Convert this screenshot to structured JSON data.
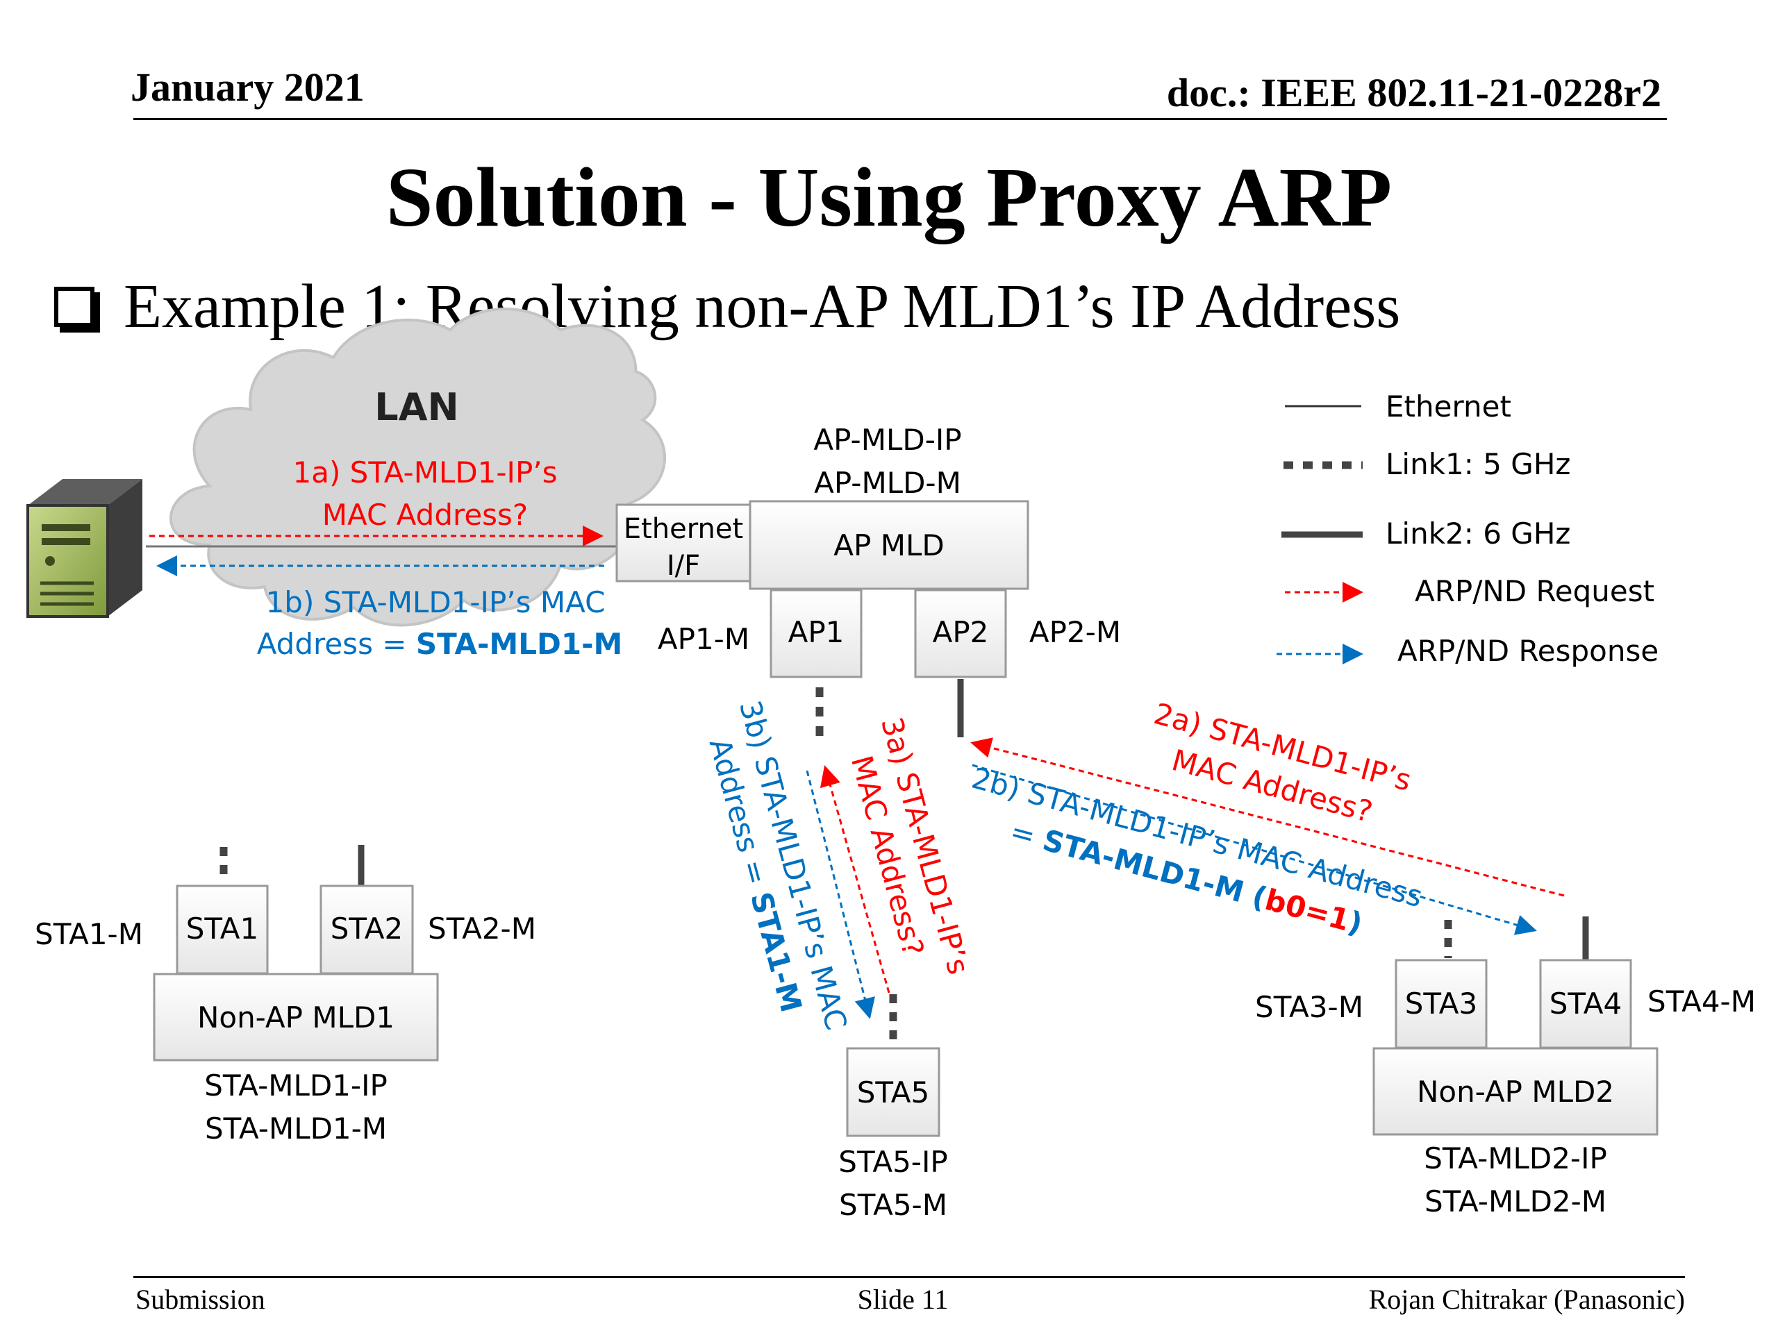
{
  "header": {
    "date": "January 2021",
    "doc": "doc.: IEEE 802.11-21-0228r2"
  },
  "title": "Solution - Using Proxy ARP",
  "bullet": "Example 1: Resolving non-AP MLD1’s IP Address",
  "colors": {
    "request": "#ff0000",
    "response": "#0070c0",
    "box_fill": "#eeeeee",
    "cloud_fill": "#d6d6d6"
  },
  "diagram": {
    "lan": "LAN",
    "server_icon": "server-icon",
    "msg_1a": [
      "1a) STA-MLD1-IP’s",
      "MAC Address?"
    ],
    "msg_1b": {
      "line1": "1b) STA-MLD1-IP’s MAC",
      "line2_prefix": "Address  = ",
      "line2_bold": "STA-MLD1-M"
    },
    "eth_if": [
      "Ethernet",
      "I/F"
    ],
    "ap_mld": "AP MLD",
    "ap_mld_ip": "AP-MLD-IP",
    "ap_mld_m": "AP-MLD-M",
    "ap1": "AP1",
    "ap2": "AP2",
    "ap1_m": "AP1-M",
    "ap2_m": "AP2-M",
    "sta1": "STA1",
    "sta2": "STA2",
    "sta1_m": "STA1-M",
    "sta2_m": "STA2-M",
    "non_ap_mld1": "Non-AP MLD1",
    "sta_mld1_ip": "STA-MLD1-IP",
    "sta_mld1_m": "STA-MLD1-M",
    "sta5": "STA5",
    "sta5_ip": "STA5-IP",
    "sta5_m": "STA5-M",
    "sta3": "STA3",
    "sta4": "STA4",
    "sta3_m": "STA3-M",
    "sta4_m": "STA4-M",
    "non_ap_mld2": "Non-AP MLD2",
    "sta_mld2_ip": "STA-MLD2-IP",
    "sta_mld2_m": "STA-MLD2-M",
    "msg_2a": [
      "2a) STA-MLD1-IP’s",
      "MAC Address?"
    ],
    "msg_2b": {
      "line1": "2b) STA-MLD1-IP’s MAC Address",
      "line2_prefix": "= ",
      "line2_bold": "STA-MLD1-M",
      "line2_open": " (",
      "line2_red": "b0=1",
      "line2_close": ")"
    },
    "msg_3a": [
      "3a) STA-MLD1-IP’s",
      "MAC Address?"
    ],
    "msg_3b": {
      "line1": "3b) STA-MLD1-IP’s MAC",
      "line2_prefix": "Address  = ",
      "line2_bold": "STA1-M"
    }
  },
  "legend": {
    "ethernet": "Ethernet",
    "link1": "Link1: 5 GHz",
    "link2": "Link2: 6 GHz",
    "request": "ARP/ND Request",
    "response": "ARP/ND Response"
  },
  "footer": {
    "left": "Submission",
    "center": "Slide 11",
    "right": "Rojan Chitrakar (Panasonic)"
  }
}
